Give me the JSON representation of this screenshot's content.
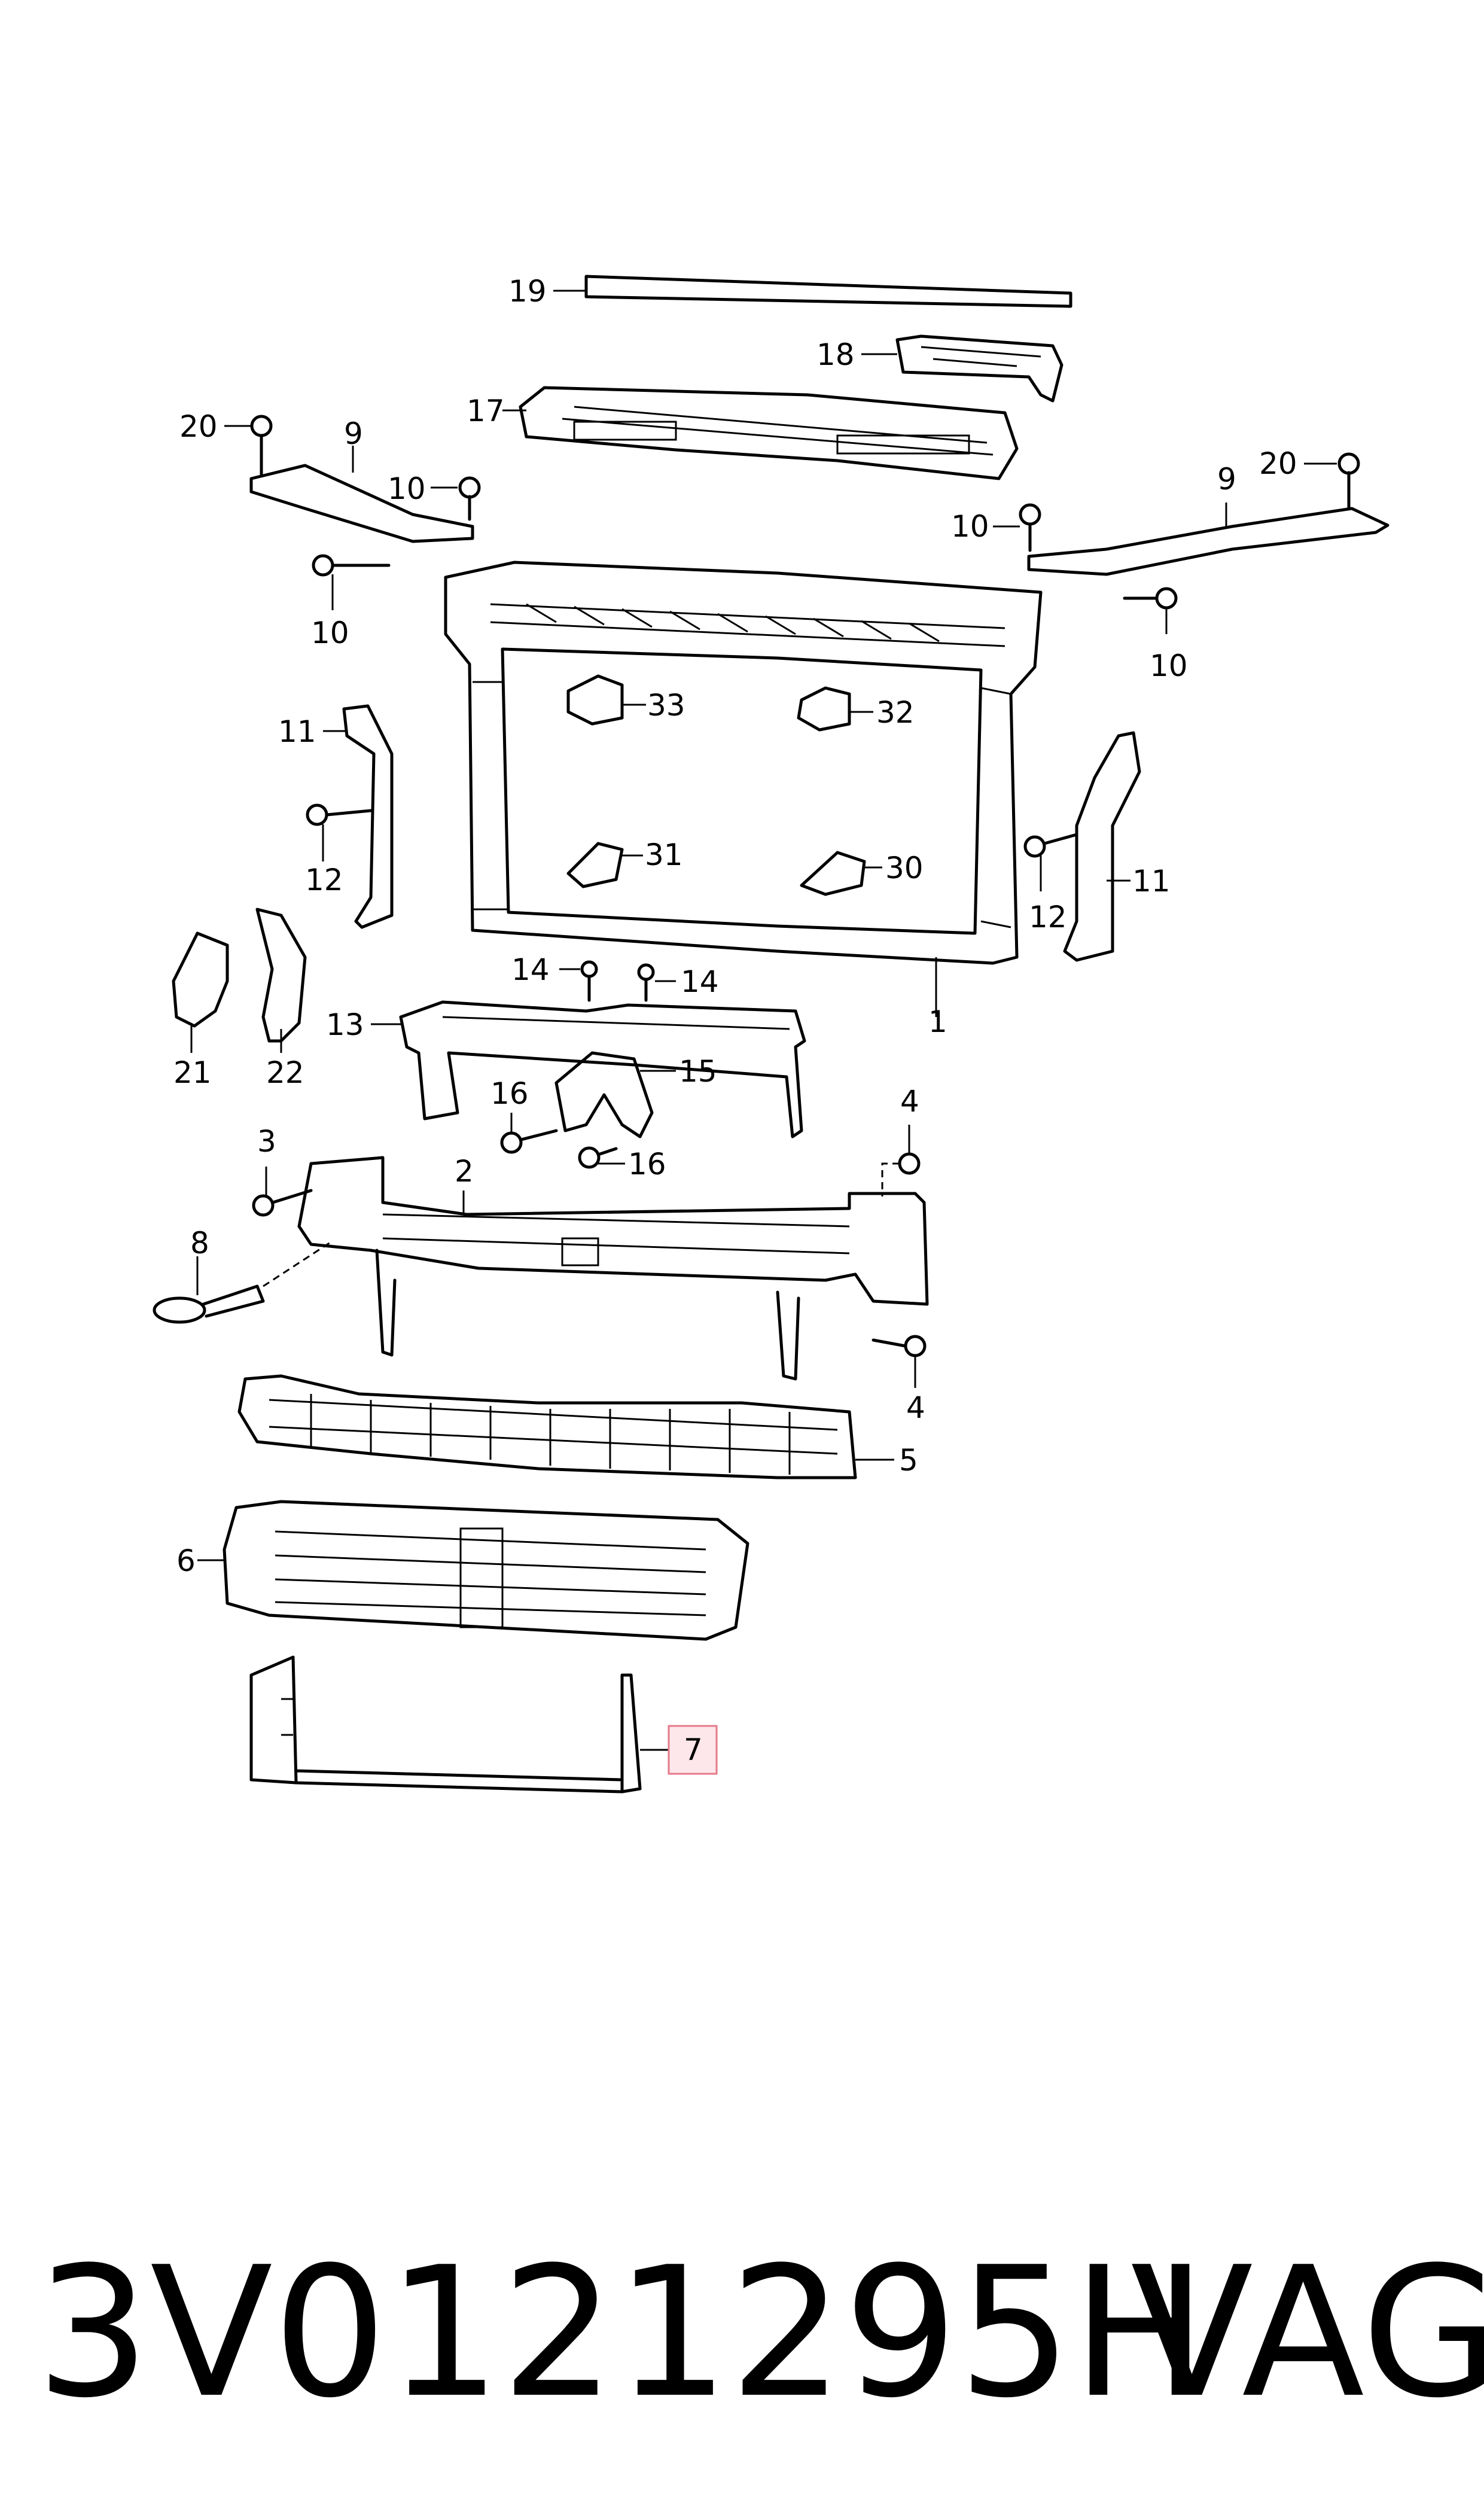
{
  "callouts": {
    "c1": "1",
    "c2": "2",
    "c3": "3",
    "c4a": "4",
    "c4b": "4",
    "c5": "5",
    "c6": "6",
    "c7": "7",
    "c8": "8",
    "c9a": "9",
    "c9b": "9",
    "c10a": "10",
    "c10b": "10",
    "c10c": "10",
    "c10d": "10",
    "c11a": "11",
    "c11b": "11",
    "c12a": "12",
    "c12b": "12",
    "c13": "13",
    "c14a": "14",
    "c14b": "14",
    "c15": "15",
    "c16a": "16",
    "c16b": "16",
    "c17": "17",
    "c18": "18",
    "c19": "19",
    "c20a": "20",
    "c20b": "20",
    "c21": "21",
    "c22": "22",
    "c30": "30",
    "c31": "31",
    "c32": "32",
    "c33": "33"
  },
  "highlighted_callout": "7",
  "highlight_color": "#e57a8a",
  "footer": {
    "part_number": "3V0121295H",
    "brand": "VAG"
  }
}
